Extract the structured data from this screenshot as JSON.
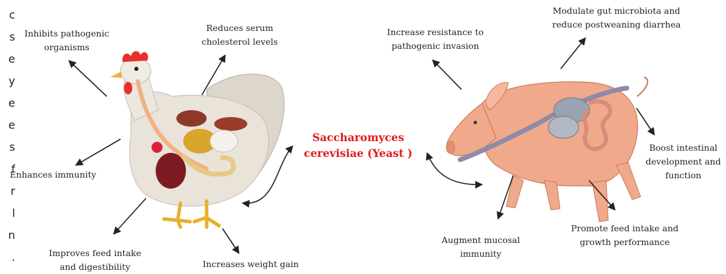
{
  "center": {
    "line1": "Saccharomyces",
    "line2": "cerevisiae (Yeast )"
  },
  "chicken_effects": {
    "inhibits": [
      "Inhibits pathogenic",
      "organisms"
    ],
    "cholesterol": [
      "Reduces serum",
      "cholesterol levels"
    ],
    "immunity": "Enhances immunity",
    "feed": [
      "Improves feed intake",
      "and digestibility"
    ],
    "weight": "Increases weight gain"
  },
  "pig_effects": {
    "resistance": [
      "Increase resistance to",
      "pathogenic invasion"
    ],
    "microbiota": [
      "Modulate gut microbiota and",
      "reduce postweaning diarrhea"
    ],
    "intestinal": [
      "Boost intestinal",
      "development and",
      "function"
    ],
    "mucosal": [
      "Augment mucosal",
      "immunity"
    ],
    "growth": [
      "Promote feed intake and",
      "growth performance"
    ]
  },
  "edge_text": [
    "c",
    "s",
    "e",
    "y",
    "e",
    "e",
    "s",
    "f",
    "r",
    "l",
    "n",
    "."
  ],
  "colors": {
    "title": "#e01b1b",
    "arrow": "#222222",
    "pig_skin": "#f0a98a",
    "chicken_body": "#e9e3da",
    "chicken_gut": "#c8892e",
    "comb": "#e8302a"
  }
}
